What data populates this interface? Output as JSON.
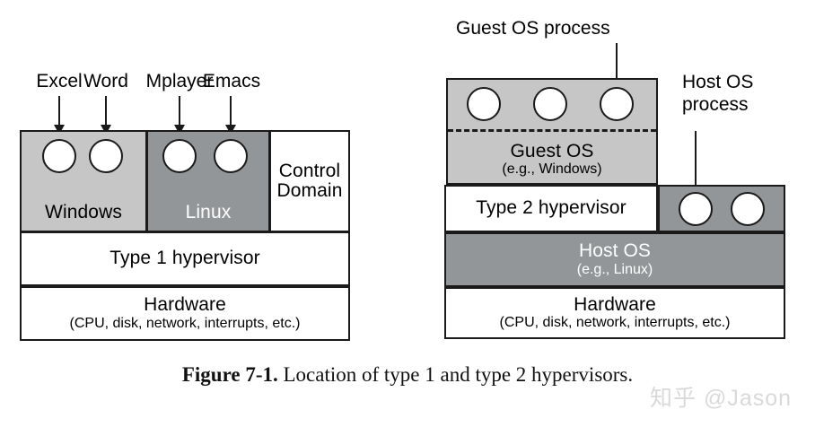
{
  "figure": {
    "caption_label": "Figure 7-1.",
    "caption_text": "Location of type 1 and type 2 hypervisors."
  },
  "watermark": {
    "text": "知乎 @Jason"
  },
  "colors": {
    "light_gray": "#c6c6c6",
    "dark_gray": "#939699",
    "white": "#ffffff",
    "outline": "#1a1a1a"
  },
  "left_diagram": {
    "process_labels": [
      {
        "text": "Excel"
      },
      {
        "text": "Word"
      },
      {
        "text": "Mplayer"
      },
      {
        "text": "Emacs"
      }
    ],
    "guest_row": [
      {
        "name": "Windows",
        "label": "Windows",
        "fill": "light_gray",
        "text_color": "black",
        "processes": 2
      },
      {
        "name": "Linux",
        "label": "Linux",
        "fill": "dark_gray",
        "text_color": "white",
        "processes": 2
      },
      {
        "name": "Control Domain",
        "label": "Control\nDomain",
        "fill": "white",
        "text_color": "black",
        "processes": 0
      }
    ],
    "hypervisor": {
      "label": "Type 1 hypervisor"
    },
    "hardware": {
      "title": "Hardware",
      "subtitle": "(CPU, disk, network, interrupts, etc.)"
    }
  },
  "right_diagram": {
    "callouts": [
      {
        "name": "guest-os-process",
        "text": "Guest OS process"
      },
      {
        "name": "host-os-process",
        "text": "Host OS\nprocess"
      }
    ],
    "guest_os": {
      "title": "Guest OS",
      "subtitle": "(e.g., Windows)",
      "fill": "light_gray",
      "processes": 3
    },
    "hypervisor": {
      "label": "Type 2 hypervisor",
      "fill": "white"
    },
    "host_process_area": {
      "fill": "dark_gray",
      "processes": 2
    },
    "host_os": {
      "title": "Host OS",
      "subtitle": "(e.g., Linux)",
      "fill": "dark_gray",
      "text_color": "white"
    },
    "hardware": {
      "title": "Hardware",
      "subtitle": "(CPU, disk, network, interrupts, etc.)"
    }
  }
}
